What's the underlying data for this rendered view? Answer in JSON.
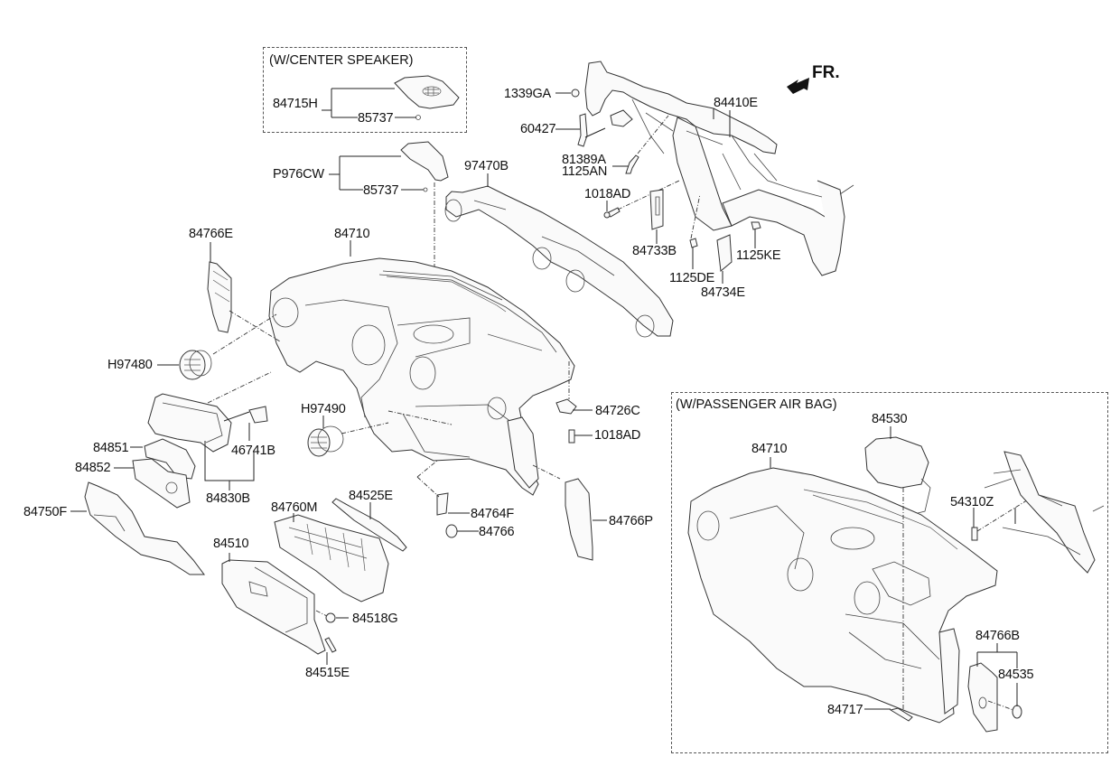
{
  "diagram": {
    "title": "Crash Pad / Instrument Panel Parts Diagram",
    "orientation_marker": "FR.",
    "groups": {
      "center_speaker": {
        "title": "(W/CENTER SPEAKER)"
      },
      "passenger_air_bag": {
        "title": "(W/PASSENGER AIR BAG)"
      }
    },
    "labels": {
      "84715H": "84715H",
      "85737_a": "85737",
      "P976CW": "P976CW",
      "85737_b": "85737",
      "97470B": "97470B",
      "1339GA": "1339GA",
      "60427": "60427",
      "81389A": "81389A",
      "1125AN": "1125AN",
      "1018AD_a": "1018AD",
      "84410E": "84410E",
      "84733B": "84733B",
      "1125DE": "1125DE",
      "1125KE": "1125KE",
      "84734E": "84734E",
      "84766E": "84766E",
      "84710_a": "84710",
      "H97480": "H97480",
      "H97490": "H97490",
      "84726C": "84726C",
      "1018AD_b": "1018AD",
      "84851": "84851",
      "84852": "84852",
      "46741B": "46741B",
      "84830B": "84830B",
      "84750F": "84750F",
      "84760M": "84760M",
      "84525E": "84525E",
      "84764F": "84764F",
      "84766": "84766",
      "84766P": "84766P",
      "84510": "84510",
      "84518G": "84518G",
      "84515E": "84515E",
      "84530": "84530",
      "84710_b": "84710",
      "54310Z": "54310Z",
      "84766B": "84766B",
      "84535": "84535",
      "84717": "84717"
    }
  }
}
